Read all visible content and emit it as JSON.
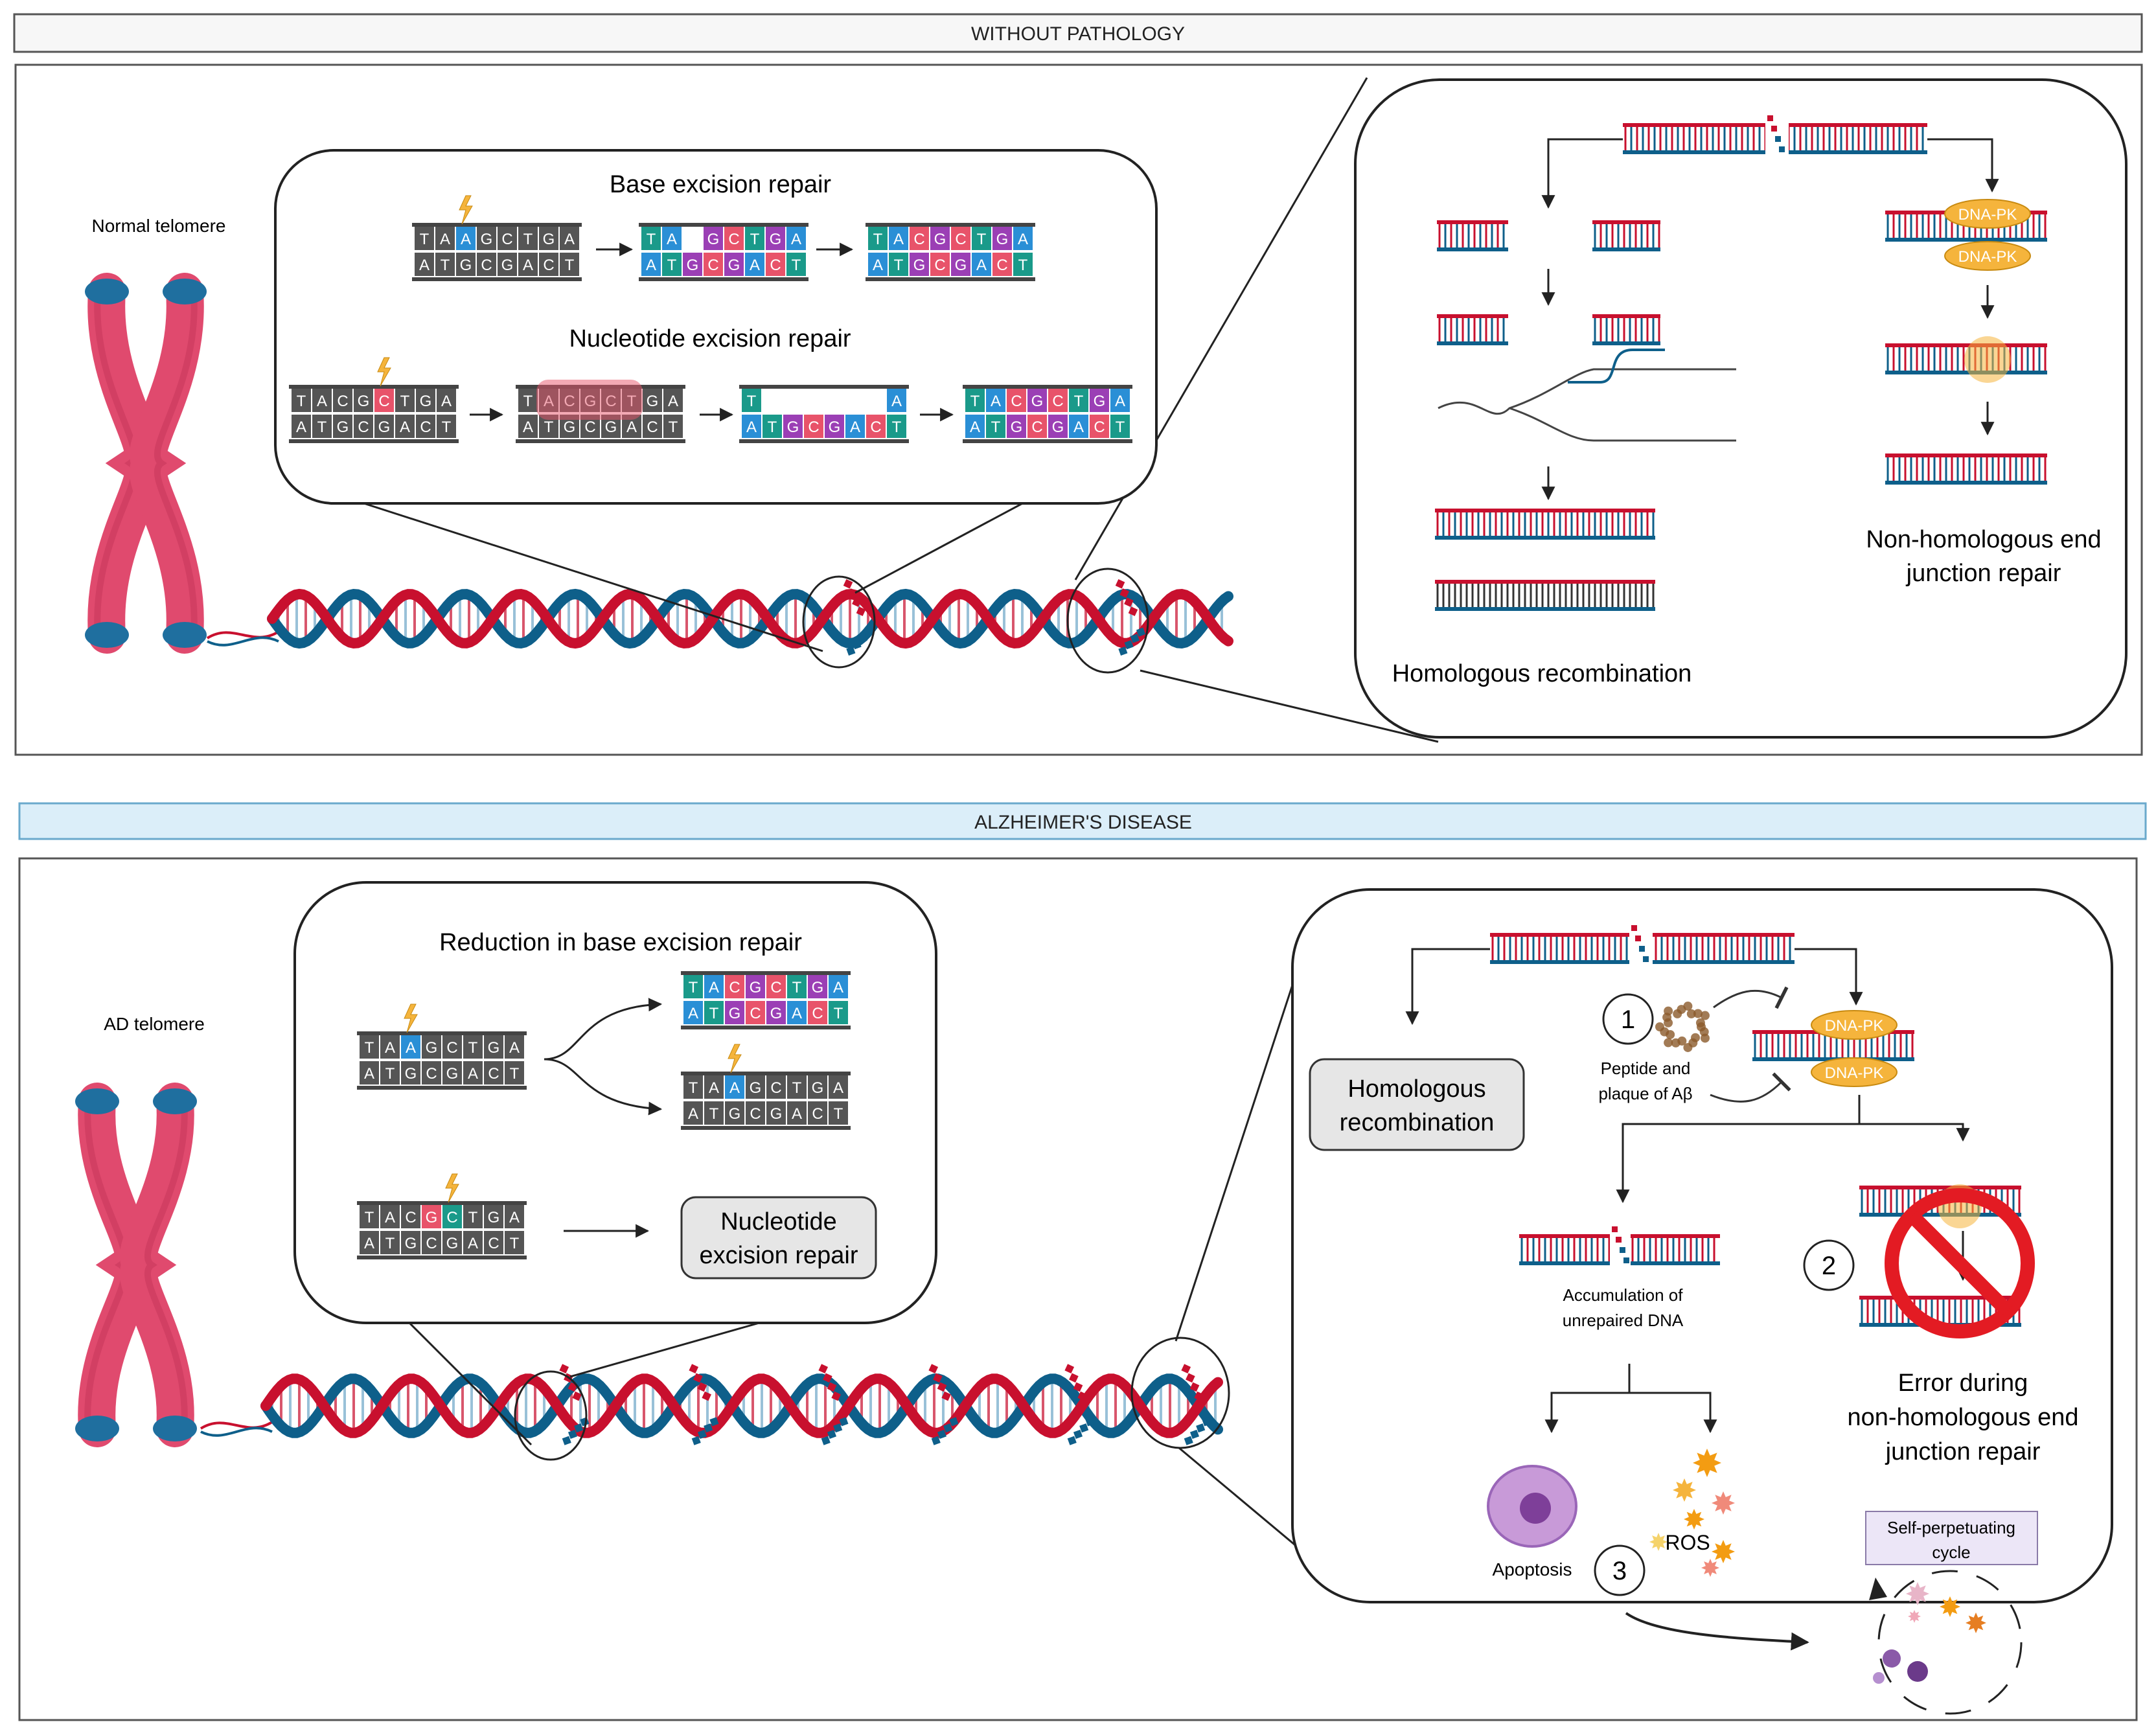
{
  "top": {
    "banner": "WITHOUT PATHOLOGY",
    "chromosome_label": "Normal telomere",
    "ber_title": "Base excision repair",
    "ner_title": "Nucleotide excision repair",
    "hr_label": "Homologous recombination",
    "nhej_label": [
      "Non-homologous end",
      "junction repair"
    ],
    "dnapk": "DNA-PK"
  },
  "bottom": {
    "banner": "ALZHEIMER'S DISEASE",
    "chromosome_label": "AD telomere",
    "ber_title": "Reduction in base excision repair",
    "ner_box": [
      "Nucleotide",
      "excision repair"
    ],
    "hr_box": [
      "Homologous",
      "recombination"
    ],
    "dnapk": "DNA-PK",
    "badge1": "1",
    "badge2": "2",
    "badge3": "3",
    "abeta_label": [
      "Peptide and",
      "plaque of Aβ"
    ],
    "accum_label": [
      "Accumulation of",
      "unrepaired DNA"
    ],
    "error_label": [
      "Error during",
      "non-homologous end",
      "junction repair"
    ],
    "apoptosis": "Apoptosis",
    "ros": "ROS",
    "cycle_label": [
      "Self-perpetuating",
      "cycle"
    ]
  },
  "sequences": {
    "damaged_top": [
      "T",
      "A",
      "A",
      "G",
      "C",
      "T",
      "G",
      "A"
    ],
    "damaged_bottom": [
      "A",
      "T",
      "G",
      "C",
      "G",
      "A",
      "C",
      "T"
    ],
    "excised_top": [
      "T",
      "A",
      "",
      "G",
      "C",
      "T",
      "G",
      "A"
    ],
    "repaired_top": [
      "T",
      "A",
      "C",
      "G",
      "C",
      "T",
      "G",
      "A"
    ],
    "ner_top": [
      "T",
      "A",
      "C",
      "G",
      "C",
      "T",
      "G",
      "A"
    ],
    "ner_gap_top": [
      "T",
      "",
      "",
      "",
      "",
      "",
      "",
      "A"
    ]
  },
  "colors": {
    "red_strand": "#c8102e",
    "blue_strand": "#0e5f8a",
    "chromosome": "#e04a6e",
    "telomere_cap": "#1f6f9f",
    "banner_blue": "#dbeef9",
    "dnapk": "#f5b43c",
    "base_A": "#2a8fd6",
    "base_T": "#1a9a8a",
    "base_G": "#9b3fb5",
    "base_C": "#e8536a",
    "base_grey": "#555555"
  }
}
